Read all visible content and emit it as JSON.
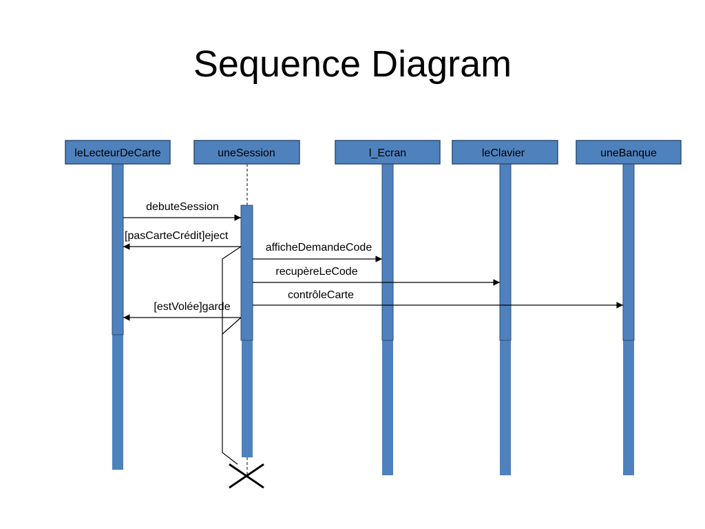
{
  "slide": {
    "title": "Sequence Diagram"
  },
  "participants": [
    {
      "id": "p1",
      "name": "leLecteurDeCarte"
    },
    {
      "id": "p2",
      "name": "uneSession"
    },
    {
      "id": "p3",
      "name": "l_Ecran"
    },
    {
      "id": "p4",
      "name": "leClavier"
    },
    {
      "id": "p5",
      "name": "uneBanque"
    }
  ],
  "messages": [
    {
      "label": "debuteSession",
      "from": "leLecteurDeCarte",
      "to": "uneSession"
    },
    {
      "label": "[pasCarteCrédit]eject",
      "from": "uneSession",
      "to": "leLecteurDeCarte"
    },
    {
      "label": "afficheDemandeCode",
      "from": "uneSession",
      "to": "l_Ecran"
    },
    {
      "label": "recupèreLeCode",
      "from": "uneSession",
      "to": "leClavier"
    },
    {
      "label": "contrôleCarte",
      "from": "uneSession",
      "to": "uneBanque"
    },
    {
      "label": "[estVolée]garde",
      "from": "uneSession",
      "to": "leLecteurDeCarte"
    }
  ],
  "colors": {
    "box_fill": "#4f81bd",
    "box_stroke": "#2c4d75",
    "lifeline": "#4f81bd",
    "arrow": "#000000"
  },
  "destroy_marker": "uneSession"
}
